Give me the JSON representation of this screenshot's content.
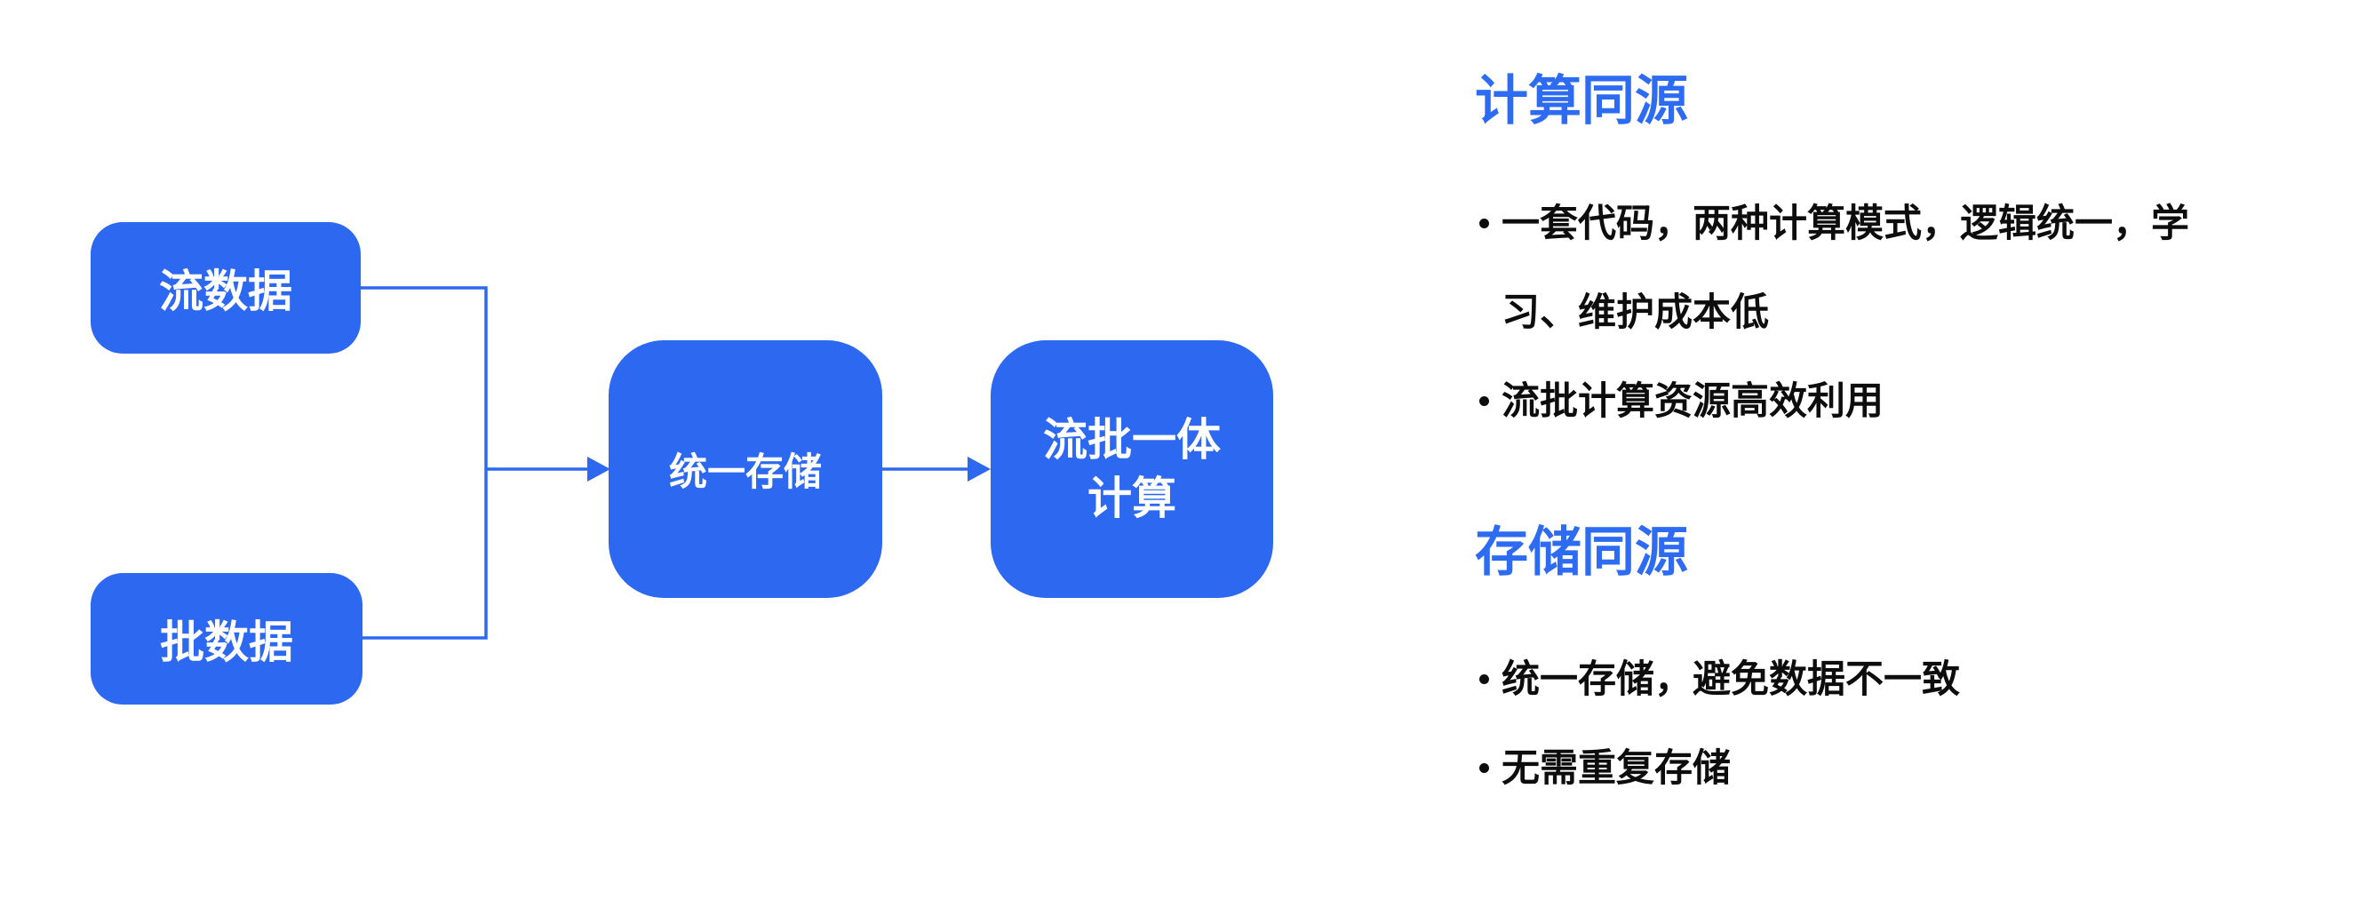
{
  "colors": {
    "accent_blue": "#2C68F0",
    "heading_blue": "#2D6BF2",
    "body_text": "#0d0d0d",
    "node_text": "#ffffff",
    "background": "#ffffff"
  },
  "diagram": {
    "nodes": {
      "stream": {
        "label": "流数据"
      },
      "batch": {
        "label": "批数据"
      },
      "storage": {
        "label": "统一存储"
      },
      "compute": {
        "label": "流批一体\n计算"
      }
    },
    "flow": "stream+batch -> storage -> compute"
  },
  "panel": {
    "sections": [
      {
        "title": "计算同源",
        "bullets": [
          "一套代码，两种计算模式，逻辑统一，学习、维护成本低",
          "流批计算资源高效利用"
        ]
      },
      {
        "title": "存储同源",
        "bullets": [
          "统一存储，避免数据不一致",
          "无需重复存储"
        ]
      }
    ]
  }
}
